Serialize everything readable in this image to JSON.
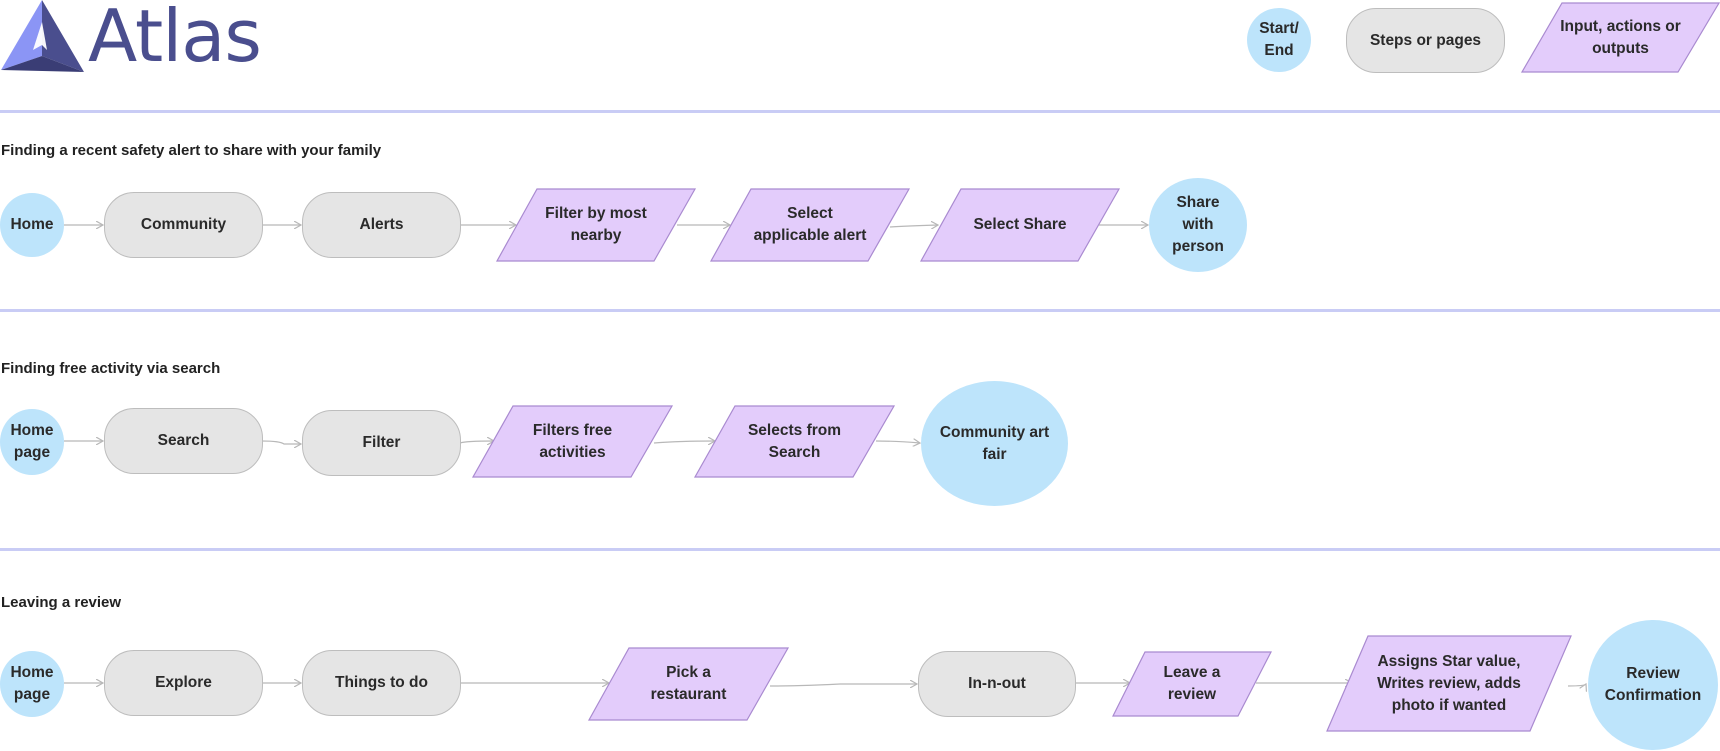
{
  "header": {
    "logo_text": "Atlas",
    "legend": {
      "start_end": "Start/\nEnd",
      "steps": "Steps or pages",
      "inputs": "Input, actions or outputs"
    }
  },
  "colors": {
    "start_end": "#bde4fb",
    "step": "#e5e5e5",
    "input": "#e3ccfb",
    "divider": "#c9ccf5",
    "logo": "#4a4e8e"
  },
  "flows": [
    {
      "title": "Finding  a recent safety alert to share with your family",
      "nodes": [
        "Home",
        "Community",
        "Alerts",
        "Filter by most nearby",
        "Select applicable alert",
        "Select Share",
        "Share with person"
      ]
    },
    {
      "title": "Finding  free activity via search",
      "nodes": [
        "Home page",
        "Search",
        "Filter",
        "Filters free activities",
        "Selects from Search",
        "Community art fair"
      ]
    },
    {
      "title": "Leaving a review",
      "nodes": [
        "Home page",
        "Explore",
        "Things to do",
        "Pick a restaurant",
        "In-n-out",
        "Leave a review",
        "Assigns Star value, Writes review, adds photo if wanted",
        "Review Confirmation"
      ]
    }
  ]
}
